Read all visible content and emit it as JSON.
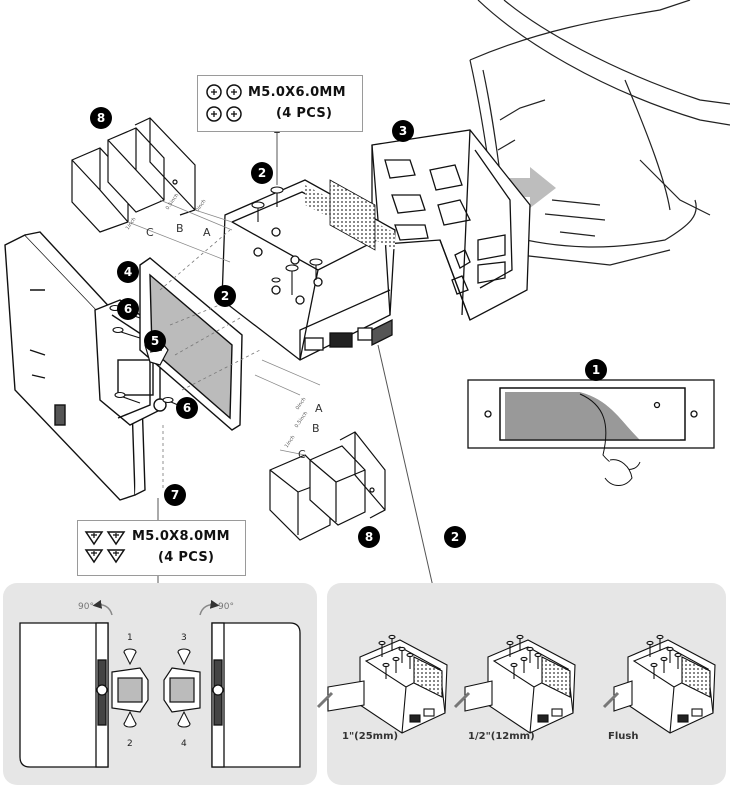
{
  "callouts": {
    "top": {
      "spec": "M5.0X6.0MM",
      "qty": "(4 PCS)"
    },
    "bottom": {
      "spec": "M5.0X8.0MM",
      "qty": "(4 PCS)"
    }
  },
  "steps": {
    "s1": "1",
    "s2a": "2",
    "s2b": "2",
    "s2c": "2",
    "s3": "3",
    "s4": "4",
    "s5": "5",
    "s6a": "6",
    "s6b": "6",
    "s7": "7",
    "s8a": "8",
    "s8b": "8"
  },
  "offset_labels": {
    "upper": {
      "a": "A",
      "b": "B",
      "c": "C",
      "a_dim": "0inch",
      "b_dim": "0.5inch",
      "c_dim": "1inch"
    },
    "lower": {
      "a": "A",
      "b": "B",
      "c": "C",
      "a_dim": "0inch",
      "b_dim": "0.5inch",
      "c_dim": "1inch"
    }
  },
  "rotation": {
    "left_angle": "90°",
    "right_angle": "90°",
    "screw_1": "1",
    "screw_2": "2",
    "screw_3": "3",
    "screw_4": "4"
  },
  "depth_options": [
    "1\"(25mm)",
    "1/2\"(12mm)",
    "Flush"
  ],
  "colors": {
    "badge": "#000000",
    "panel": "#e6e6e6",
    "line": "#1a1a1a",
    "arrow": "#9a9a9a"
  }
}
